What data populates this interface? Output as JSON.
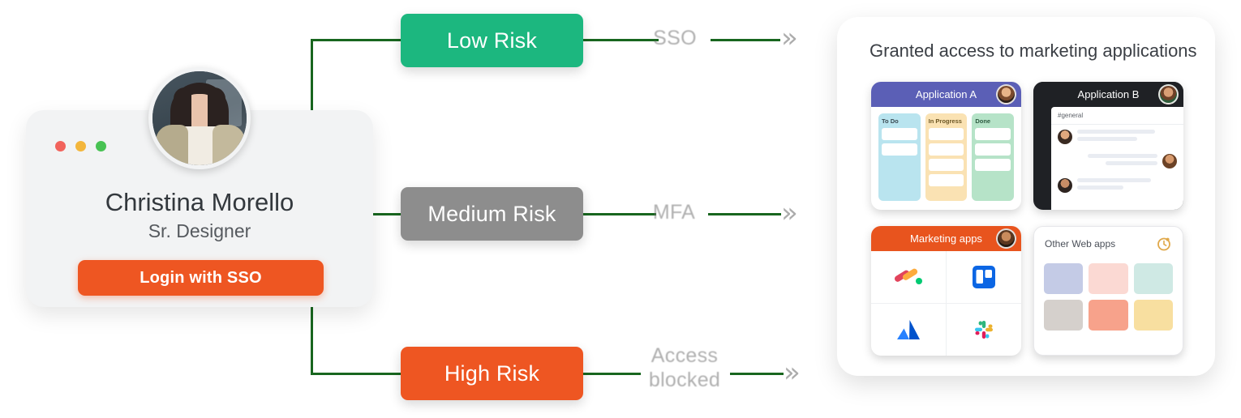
{
  "login_card": {
    "name": "Christina Morello",
    "role": "Sr. Designer",
    "sso_button_label": "Login with SSO",
    "traffic_lights": [
      "red",
      "yellow",
      "green"
    ],
    "avatar_alt": "user-photo"
  },
  "risk_flow": {
    "rows": [
      {
        "badge_label": "Low Risk",
        "badge_color": "#1cb77f",
        "action_label": "SSO",
        "arrow_glyph": "»"
      },
      {
        "badge_label": "Medium Risk",
        "badge_color": "#8d8d8d",
        "action_label": "MFA",
        "arrow_glyph": "»"
      },
      {
        "badge_label": "High Risk",
        "badge_color": "#ee5622",
        "action_label_line1": "Access",
        "action_label_line2": "blocked",
        "arrow_glyph": "»"
      }
    ],
    "connector_color": "#18661f"
  },
  "access_panel": {
    "title": "Granted access to marketing applications",
    "cards": {
      "app_a": {
        "title": "Application A",
        "header_color": "#5b5fb6",
        "kanban": [
          {
            "title": "To Do",
            "cards": 2
          },
          {
            "title": "In Progress",
            "cards": 4
          },
          {
            "title": "Done",
            "cards": 3
          }
        ]
      },
      "app_b": {
        "title": "Application B",
        "header_color": "#1f2125",
        "channel": "#general",
        "messages": 3
      },
      "marketing": {
        "title": "Marketing apps",
        "header_color": "#e8541e",
        "apps": [
          "monday-logo",
          "trello-logo",
          "atlassian-logo",
          "slack-logo"
        ]
      },
      "other": {
        "title": "Other Web apps",
        "icon": "clock-icon",
        "tiles": [
          "#c4cbe6",
          "#fbd9d3",
          "#cfe9e4",
          "#d5d0cc",
          "#f7a28b",
          "#f8dfa0"
        ]
      }
    }
  }
}
